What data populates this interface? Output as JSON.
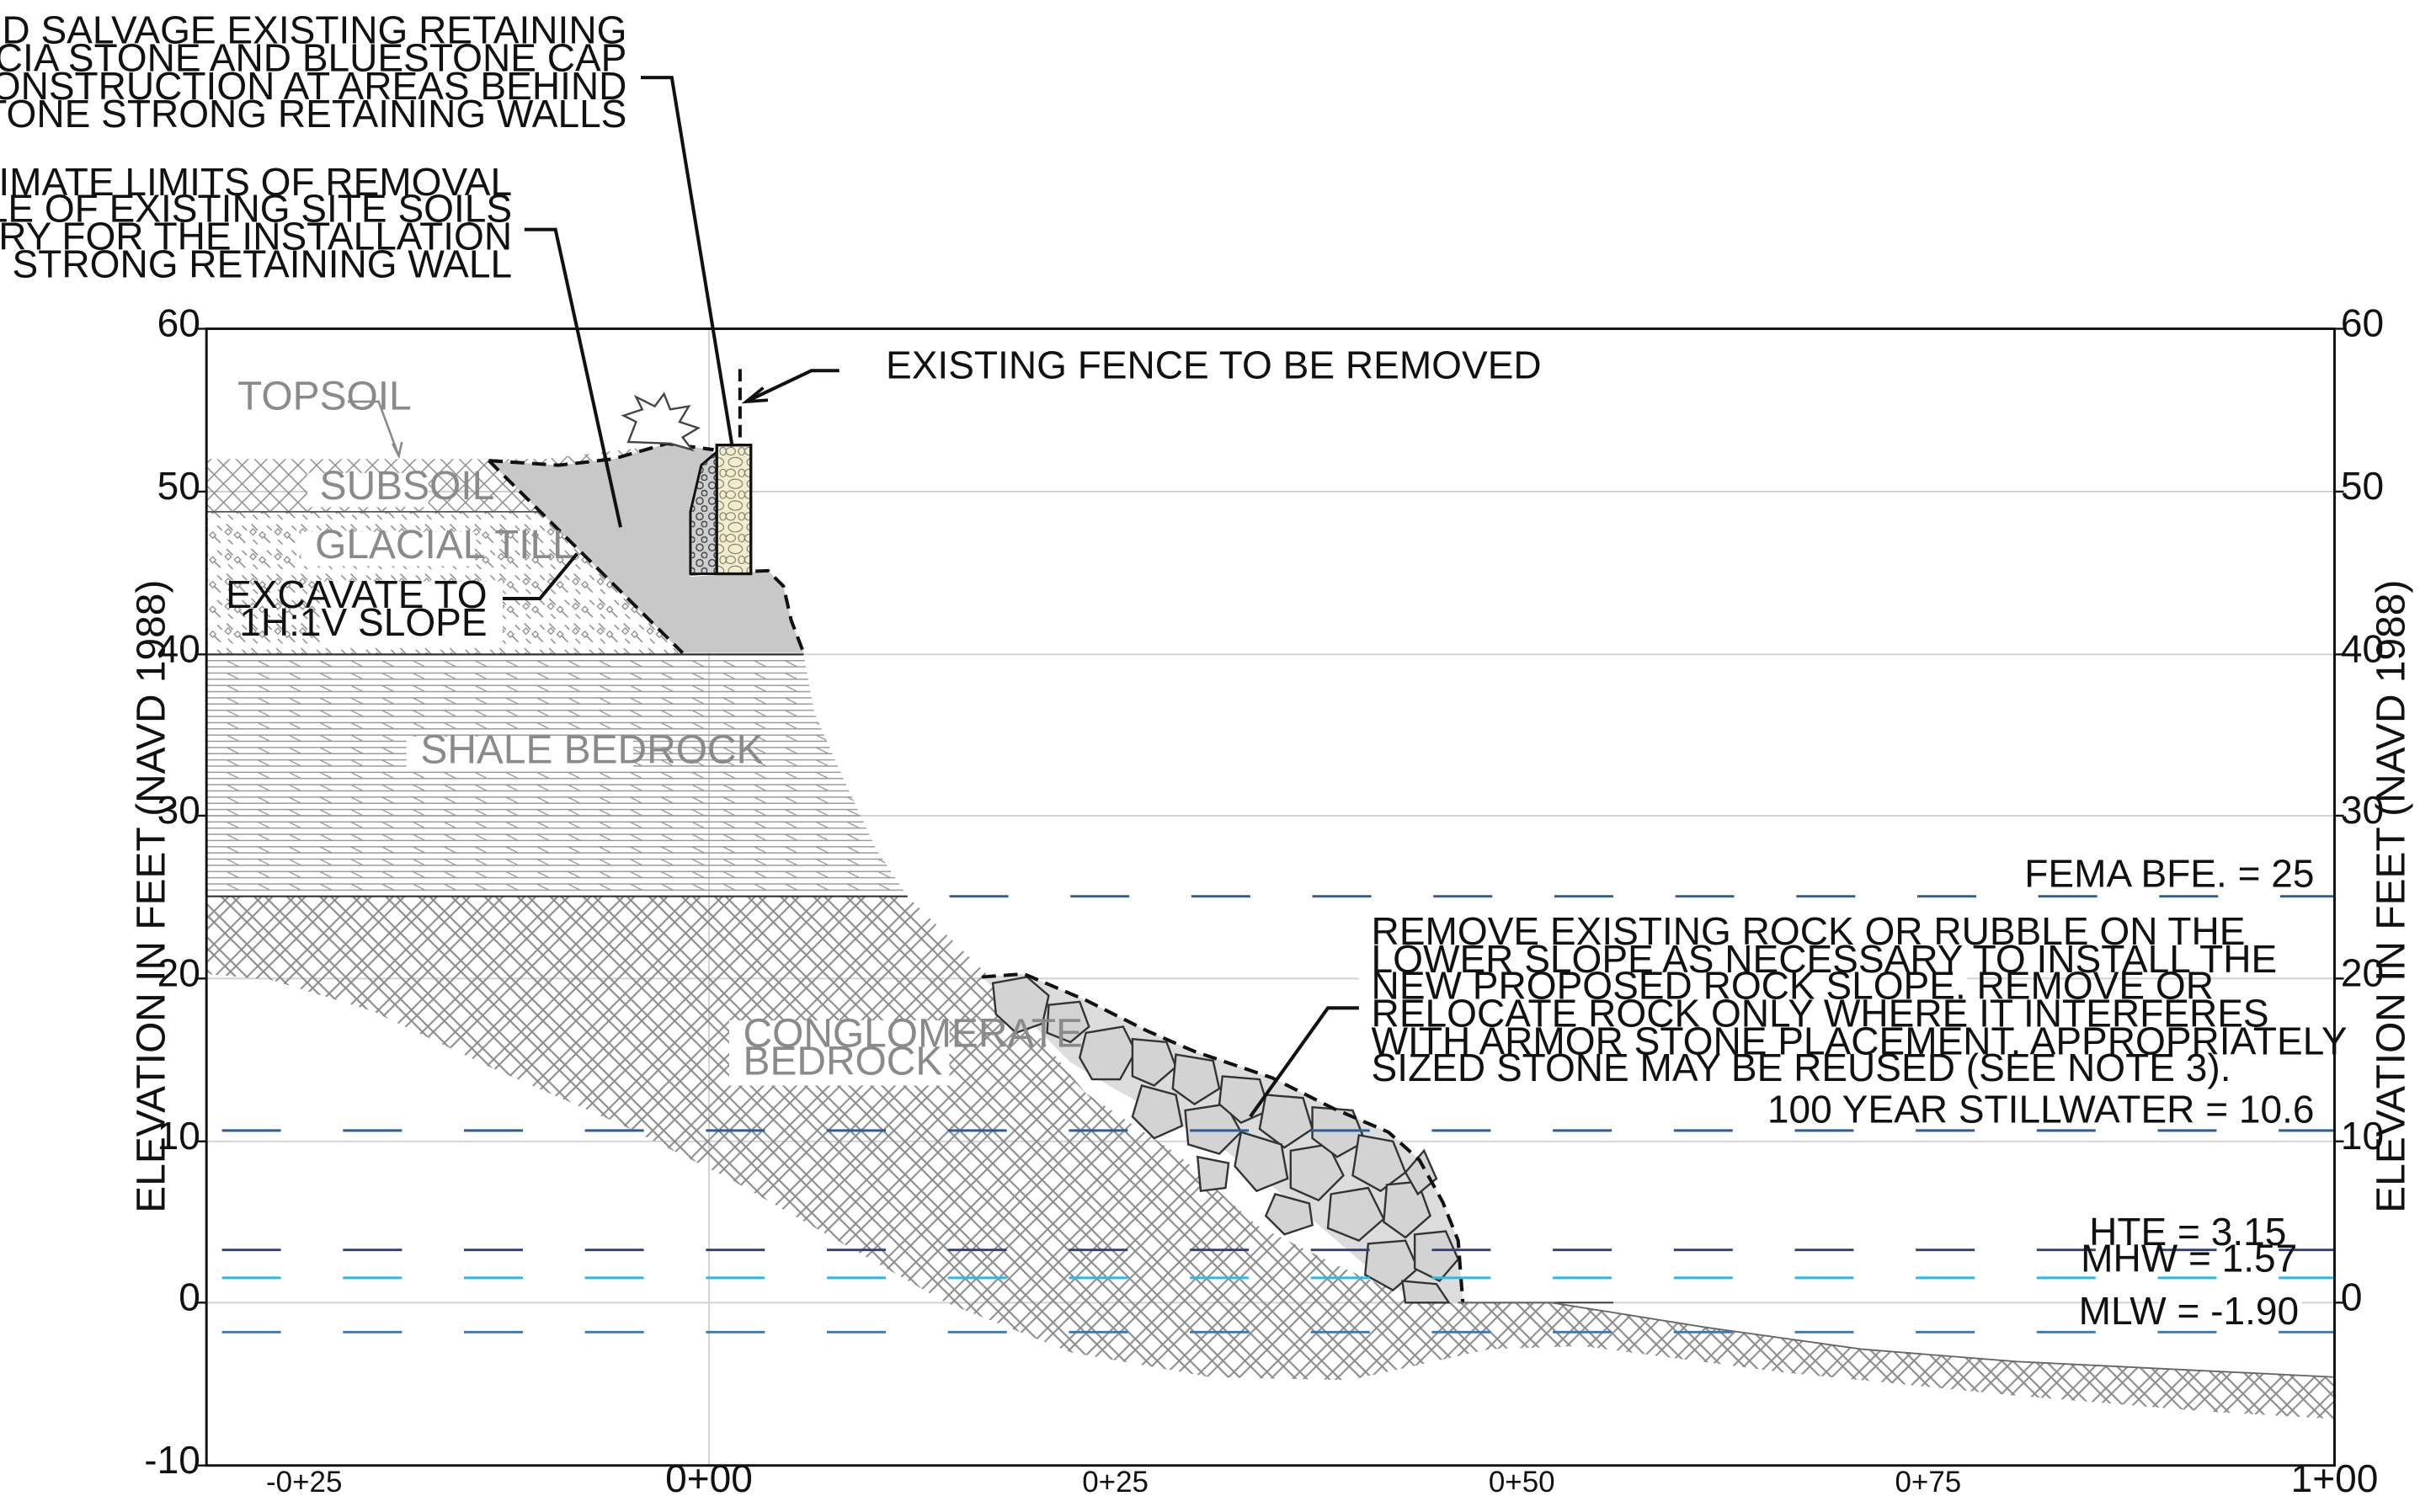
{
  "notes": {
    "salvage": [
      "REMOVE AND SALVAGE EXISTING RETAINING",
      "WALL FASCIA STONE AND BLUESTONE CAP",
      "FOR RE-CONSTRUCTION AT AREAS BEHIND",
      "PROPOSED STONE STRONG RETAINING WALLS"
    ],
    "limits": [
      "APPROXIMATE LIMITS OF REMOVAL",
      "AND STOCKPIOLE OF EXISTING SITE SOILS",
      "AS NECESSARY FOR THE INSTALLATION",
      "OF STONE STRONG RETAINING WALL"
    ],
    "fence": "EXISTING FENCE TO BE REMOVED",
    "excavate": [
      "EXCAVATE TO",
      "1H:1V SLOPE"
    ],
    "rock": [
      "REMOVE EXISTING ROCK OR RUBBLE ON THE",
      "LOWER SLOPE AS NECESSARY TO INSTALL THE",
      "NEW PROPOSED ROCK SLOPE. REMOVE OR",
      "RELOCATE ROCK ONLY WHERE IT INTERFERES",
      "WITH ARMOR STONE PLACEMENT. APPROPRIATELY",
      "SIZED STONE MAY BE REUSED (SEE NOTE 3)."
    ]
  },
  "layers": {
    "topsoil": "TOPSOIL",
    "subsoil": "SUBSOIL",
    "glacial_till": "GLACIAL TILL",
    "shale": "SHALE BEDROCK",
    "conglomerate": [
      "CONGLOMERATE",
      "BEDROCK"
    ]
  },
  "water_levels": [
    {
      "label": "FEMA BFE. = 25",
      "elevation": 25,
      "color": "#2a5d9c"
    },
    {
      "label": "100 YEAR STILLWATER = 10.6",
      "elevation": 10.6,
      "color": "#2a5d9c"
    },
    {
      "label": "HTE = 3.15",
      "elevation": 3.15,
      "color": "#2c3f85"
    },
    {
      "label": "MHW = 1.57",
      "elevation": 1.57,
      "color": "#2fb8e0"
    },
    {
      "label": "MLW = -1.90",
      "elevation": -1.9,
      "color": "#2b7dc8"
    }
  ],
  "axes": {
    "y_title": "ELEVATION IN FEET (NAVD 1988)",
    "y_ticks_left": [
      "60",
      "50",
      "40",
      "30",
      "20",
      "10",
      "0",
      "-10"
    ],
    "y_ticks_right": [
      "60",
      "50",
      "40",
      "30",
      "20",
      "10",
      "0"
    ],
    "stations": [
      "-0+25",
      "0+00",
      "0+25",
      "0+50",
      "0+75",
      "1+00"
    ],
    "ylim": [
      -10,
      60
    ]
  },
  "colors": {
    "grid": "#cfcfcf",
    "hatch": "#8c8c8c",
    "excavation_fill": "#c9c9c9",
    "wall_stone": "#f4eecf",
    "armor_stone": "#d6d6d6"
  }
}
